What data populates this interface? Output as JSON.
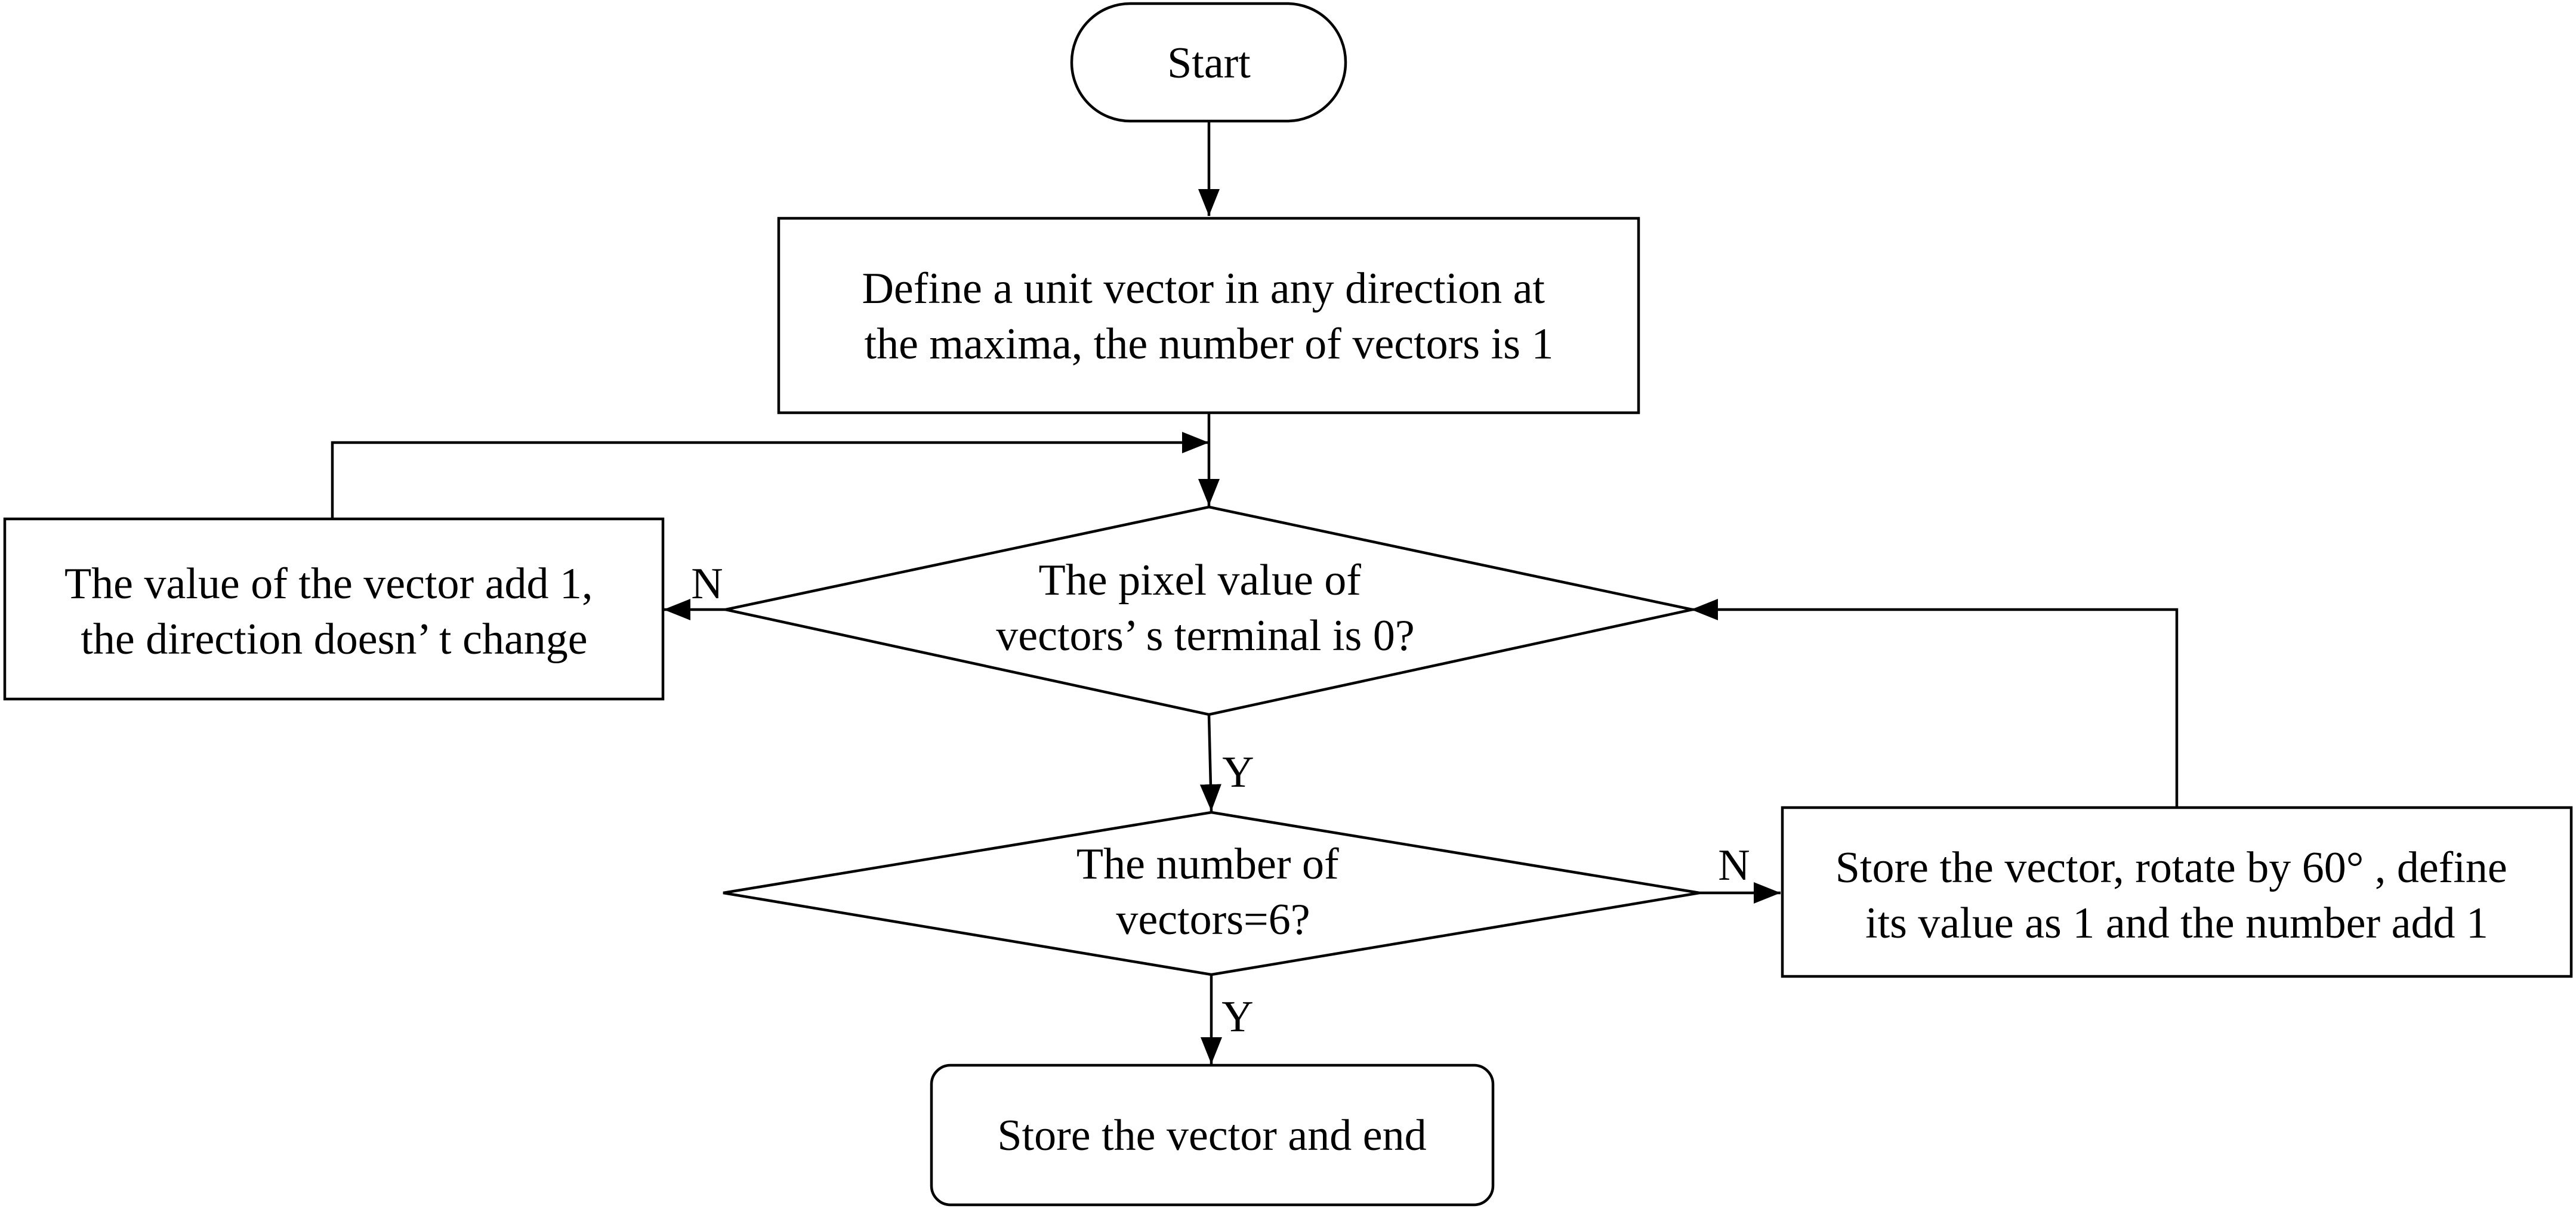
{
  "nodes": {
    "start": {
      "label": "Start"
    },
    "define": {
      "lines": [
        "Define a unit vector in any direction at",
        "the maxima, the number of  vectors is 1"
      ]
    },
    "pixel_check": {
      "lines": [
        "The pixel value of",
        "vectors’ s terminal is 0?"
      ]
    },
    "add_value": {
      "lines": [
        "The value of the vector add 1,",
        "the direction doesn’ t change"
      ]
    },
    "count_check": {
      "lines": [
        "The number of",
        "vectors=6?"
      ]
    },
    "rotate": {
      "lines": [
        "Store the vector, rotate by 60°  , define",
        "its value as 1 and the number add 1"
      ]
    },
    "end": {
      "label": "Store the vector and end"
    }
  },
  "edges": {
    "pixel_no": "N",
    "pixel_yes": "Y",
    "count_no": "N",
    "count_yes": "Y"
  }
}
